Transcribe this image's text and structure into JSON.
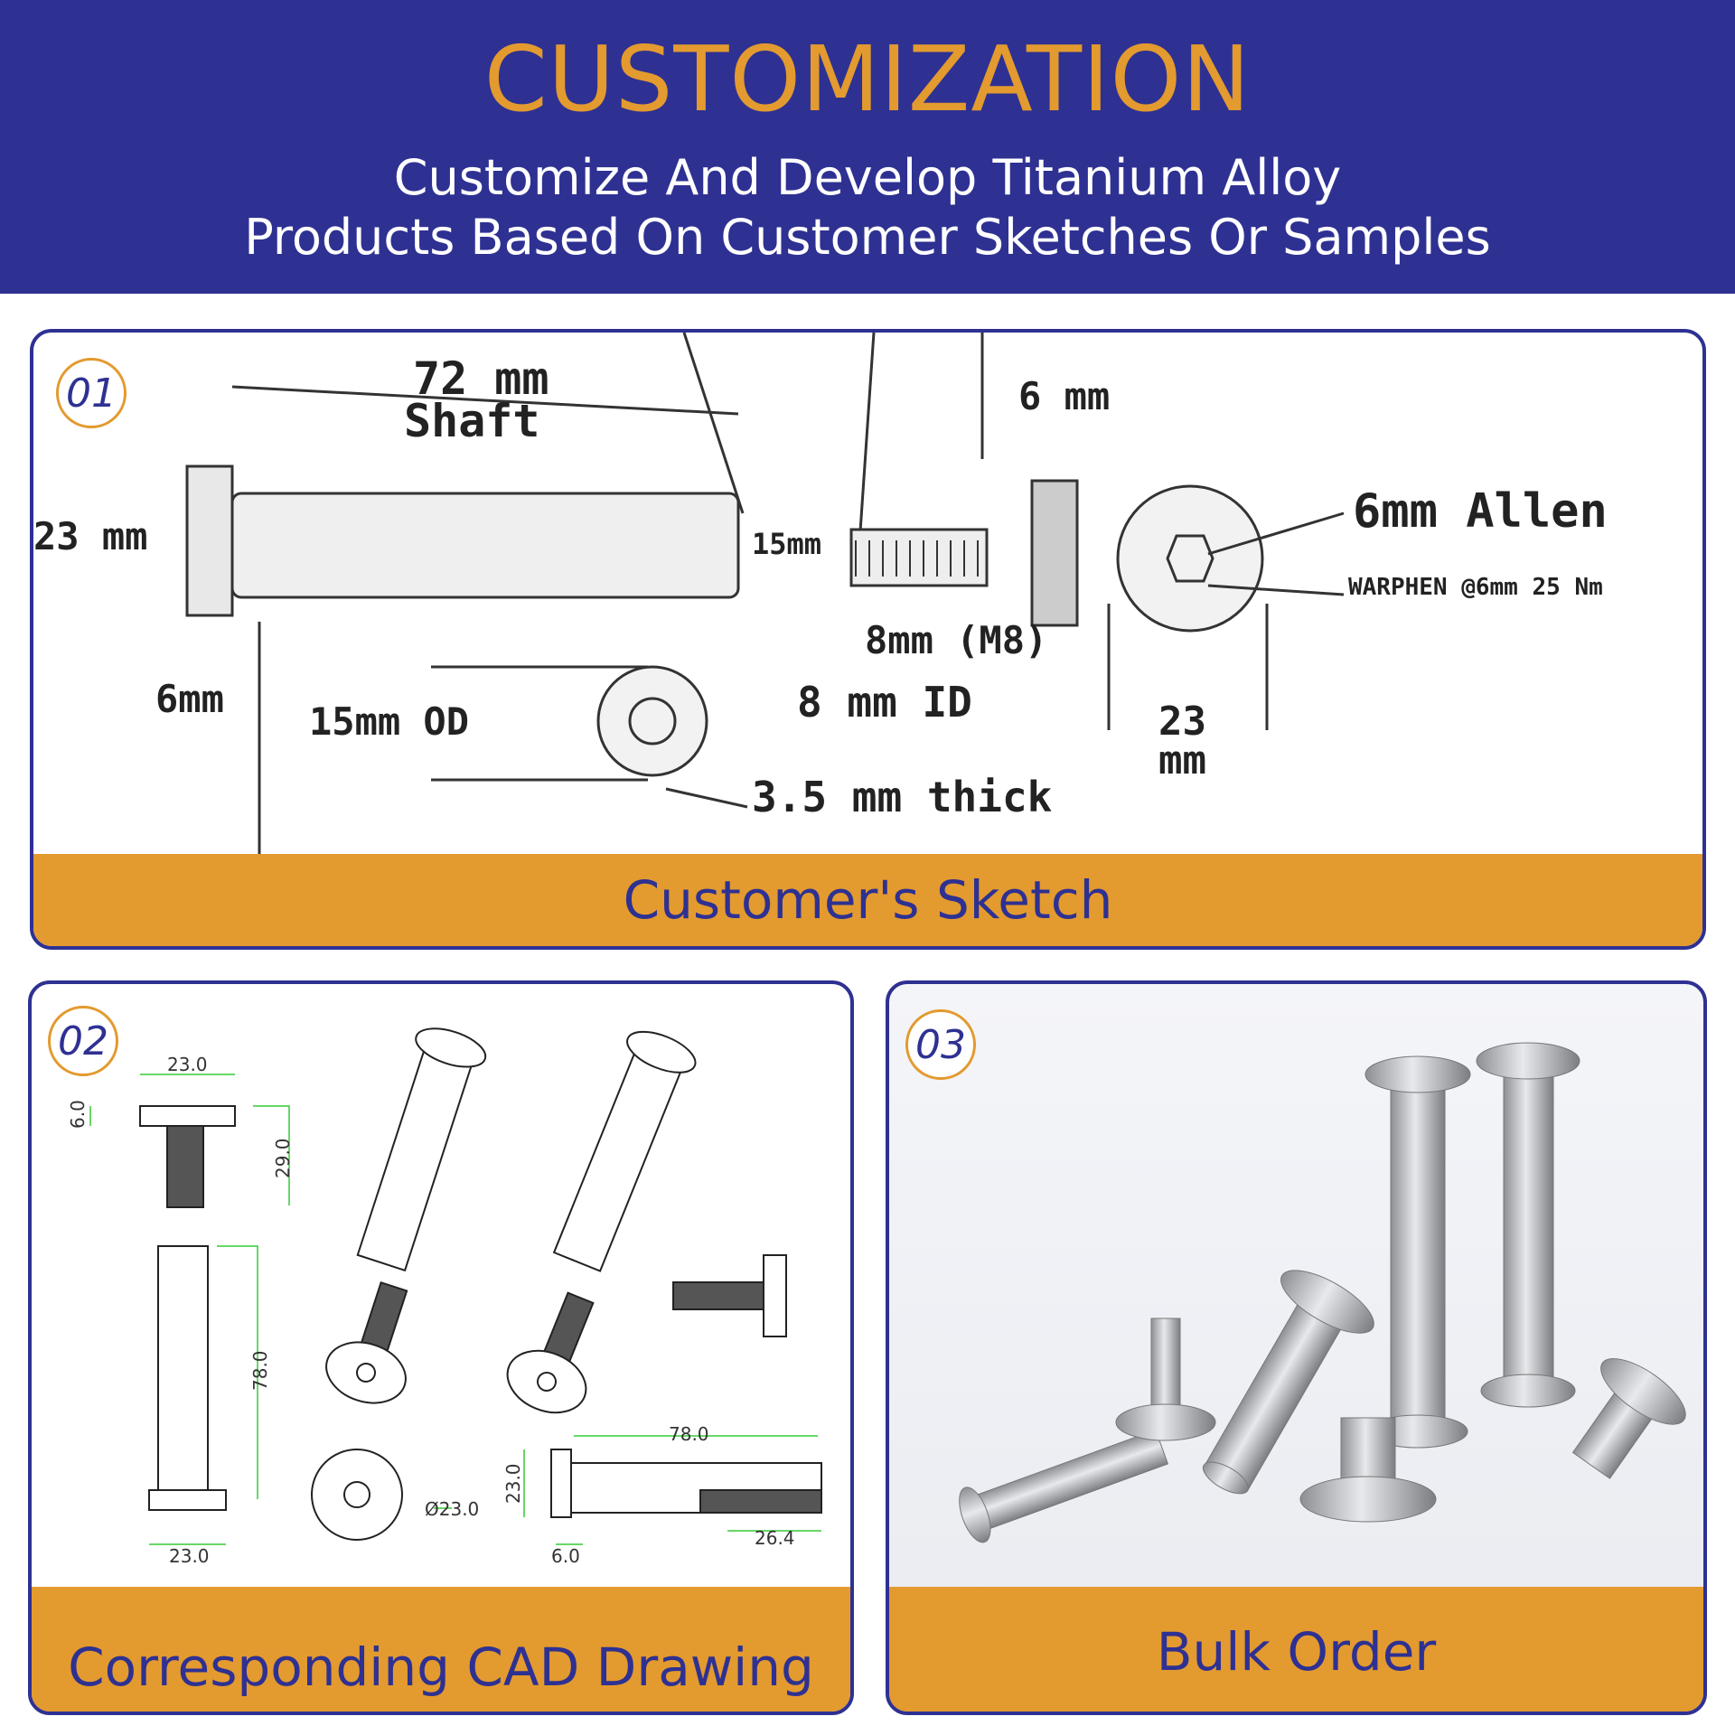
{
  "header": {
    "title": "CUSTOMIZATION",
    "subtitle_line1": "Customize And Develop Titanium Alloy",
    "subtitle_line2": "Products Based On Customer Sketches Or Samples"
  },
  "colors": {
    "brand": "#2e3192",
    "accent": "#e39a2f"
  },
  "panels": [
    {
      "badge": "01",
      "label": "Customer's Sketch",
      "annotations": {
        "shaft_len": "72 mm",
        "shaft": "Shaft",
        "head_w": "6 mm",
        "head_d": "23 mm",
        "shaft_d": "15mm",
        "allen": "6mm Allen",
        "marking": "WARPHEN @6mm 25 Nm",
        "thread": "8mm (M8)",
        "head_t": "6mm",
        "washer_od": "15mm OD",
        "washer_id": "8 mm ID",
        "washer_t": "3.5 mm thick",
        "cap_d1": "23",
        "cap_d2": "mm"
      }
    },
    {
      "badge": "02",
      "label": "Corresponding CAD Drawing",
      "dims": {
        "screw_head_d": "23.0",
        "screw_head_t": "6.0",
        "screw_len": "29.0",
        "sleeve_len": "78.0",
        "sleeve_head_d": "23.0",
        "cap_dia": "Ø23.0",
        "side_len": "78.0",
        "side_d": "23.0",
        "thread_len": "26.4",
        "side_head_t": "6.0"
      }
    },
    {
      "badge": "03",
      "label": "Bulk Order"
    }
  ]
}
